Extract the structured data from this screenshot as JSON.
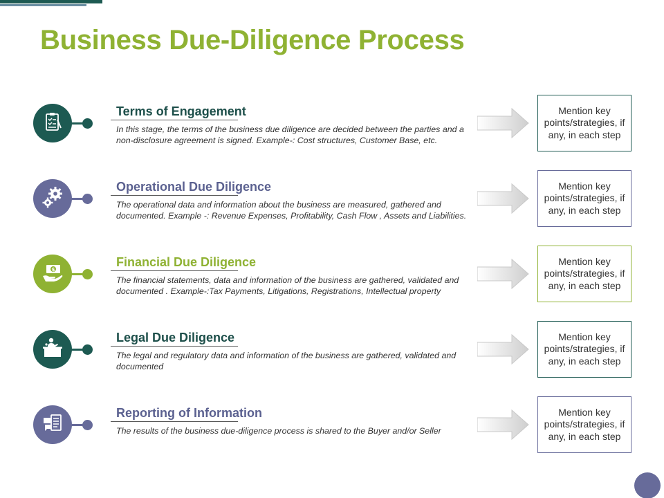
{
  "title": "Business Due-Diligence Process",
  "colors": {
    "green": "#8fb233",
    "teal": "#1d5a52",
    "purple": "#676b9a",
    "title_green": "#8fb233"
  },
  "steps": [
    {
      "title": "Terms of Engagement",
      "description": "In this stage, the terms of the business due diligence are decided between the parties and a non-disclosure agreement is signed. Example-: Cost structures, Customer Base, etc.",
      "note": "Mention key points/strategies, if any, in each step",
      "icon": "clipboard-checklist-icon",
      "color": "#1d5a52",
      "title_color": "#1d4f4a"
    },
    {
      "title": "Operational Due Diligence",
      "description": "The operational data and information about the business are measured,  gathered and documented. Example -: Revenue Expenses, Profitability, Cash Flow , Assets and Liabilities.",
      "note": "Mention key points/strategies, if any, in each step",
      "icon": "gears-icon",
      "color": "#676b9a",
      "title_color": "#5b6190"
    },
    {
      "title": "Financial Due Diligence",
      "description": "The financial statements, data and information of the business are gathered, validated and documented . Example-:Tax Payments, Litigations, Registrations, Intellectual property",
      "note": "Mention key points/strategies, if any, in each step",
      "icon": "money-hand-icon",
      "color": "#8fb233",
      "title_color": "#8fb233"
    },
    {
      "title": "Legal Due Diligence",
      "description": "The legal and regulatory data and information of the business are gathered, validated and documented",
      "note": "Mention key points/strategies, if any, in each step",
      "icon": "legal-podium-icon",
      "color": "#1d5a52",
      "title_color": "#1d4f4a"
    },
    {
      "title": "Reporting of Information",
      "description": "The results of the business due-diligence process is shared to the Buyer and/or Seller",
      "note": "Mention key points/strategies, if any, in each step",
      "icon": "report-document-icon",
      "color": "#676b9a",
      "title_color": "#5b6190"
    }
  ]
}
